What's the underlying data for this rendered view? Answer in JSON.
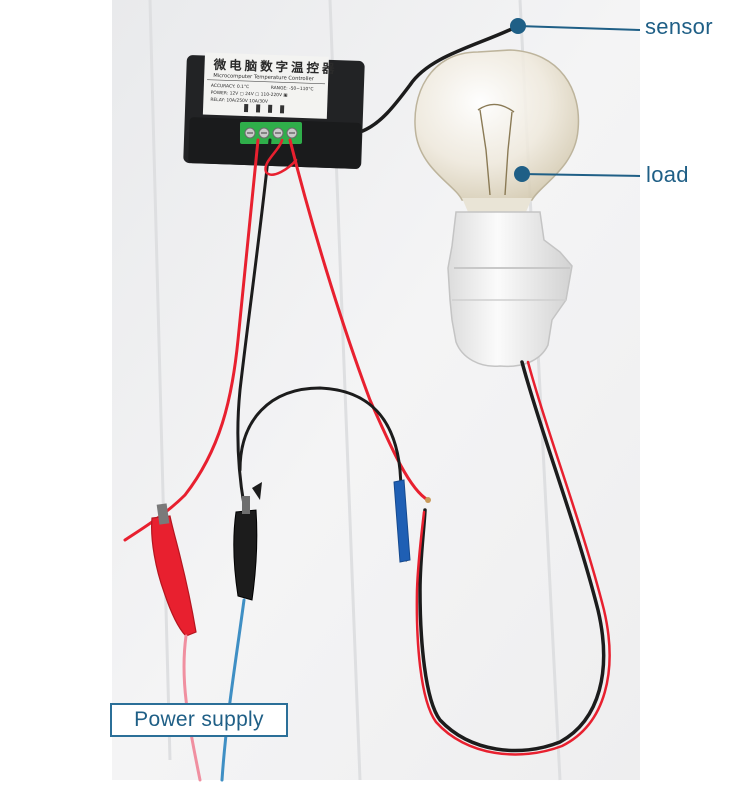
{
  "annotations": {
    "sensor": "sensor",
    "load": "load",
    "power_supply": "Power supply"
  },
  "module_label": {
    "title_cn": "微电脑数字温控器",
    "subtitle": "Microcomputer Temperature Controller",
    "line1_left": "ACCURACY: 0.1°C",
    "line1_right": "RANGE: -50~110°C",
    "line2": "POWER: 12V ▢ 24V ▢ 110-220V ▣",
    "line3": "RELAY: 10A/250V 10A/30V"
  },
  "colors": {
    "callout": "#1f5f86",
    "wire_red": "#e8202f",
    "wire_black": "#1c1c1c",
    "wire_blue": "#3f8fc4",
    "wire_pink": "#f08fa0",
    "terminal_green": "#2fae4a",
    "shrink_tube_blue": "#1f5fb4",
    "background": "#f6f6f6"
  }
}
